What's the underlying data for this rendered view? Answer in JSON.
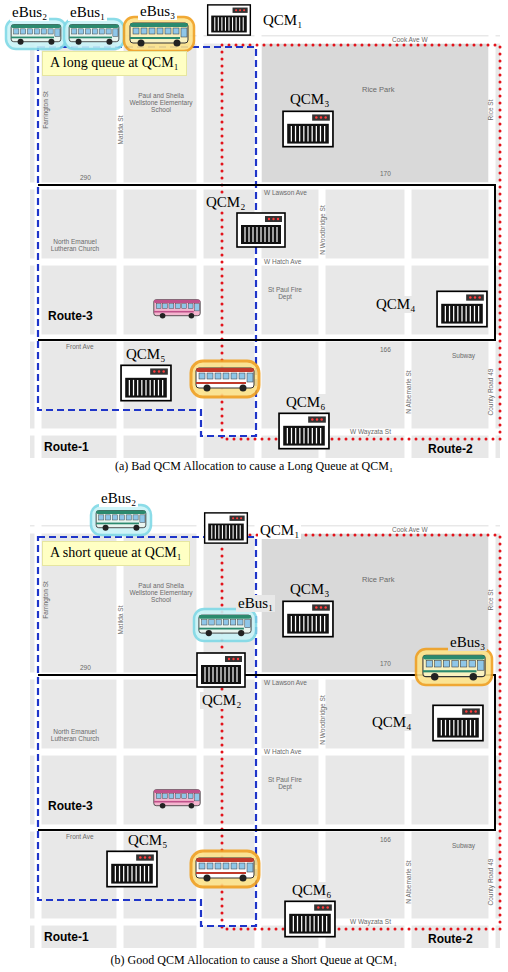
{
  "diagram": {
    "nodes": [
      {
        "text": [
          "eBus₂"
        ]
      },
      {
        "text": [
          "eBus₁"
        ]
      },
      {
        "text": [
          "eBus₃"
        ]
      },
      {
        "text": [
          "QCM₁"
        ]
      },
      {
        "text": [
          "A long queue at QCM₁"
        ]
      },
      {
        "text": [
          "QCM₃"
        ]
      },
      {
        "text": [
          "QCM₂"
        ]
      },
      {
        "text": [
          "QCM₄"
        ]
      },
      {
        "text": [
          "QCM₅"
        ]
      },
      {
        "text": [
          "QCM₆"
        ]
      },
      {
        "text": [
          "eBus₂"
        ]
      },
      {
        "text": [
          "QCM₁"
        ]
      },
      {
        "text": [
          "A short queue at QCM₁"
        ]
      },
      {
        "text": [
          "QCM₃"
        ]
      },
      {
        "text": [
          "eBus₁"
        ]
      },
      {
        "text": [
          "QCM₂"
        ]
      },
      {
        "text": [
          "eBus₃"
        ]
      },
      {
        "text": [
          "QCM₄"
        ]
      },
      {
        "text": [
          "QCM₅"
        ]
      },
      {
        "text": [
          "QCM₆"
        ]
      }
    ],
    "labels": [
      "Cook Ave W",
      "W Lawson Ave",
      "W Hatch Ave",
      "Front Ave",
      "W Wayzata St",
      "Farrington St",
      "Matilda St",
      "N Woodbridge St",
      "N Albemarle St",
      "Rice St",
      "County Road 49",
      "Rice Park",
      "Paul and Sheila Wellstone Elementary School",
      "St Paul Fire Dept",
      "North Emanuel Lutheran Church",
      "Subway",
      "290",
      "170",
      "166",
      "Route-3",
      "Route-1",
      "Route-2",
      "(a) Bad QCM Allocation to cause a Long Queue at QCM₁",
      "Cook Ave W",
      "W Lawson Ave",
      "W Hatch Ave",
      "Front Ave",
      "W Wayzata St",
      "Farrington St",
      "Matilda St",
      "N Woodbridge St",
      "N Albemarle St",
      "Rice St",
      "County Road 49",
      "Rice Park",
      "Paul and Sheila Wellstone Elementary School",
      "St Paul Fire Dept",
      "North Emanuel Lutheran Church",
      "Subway",
      "290",
      "170",
      "166",
      "Route-3",
      "Route-1",
      "Route-2",
      "(b) Good QCM Allocation to cause a Short Queue at QCM₁"
    ]
  }
}
